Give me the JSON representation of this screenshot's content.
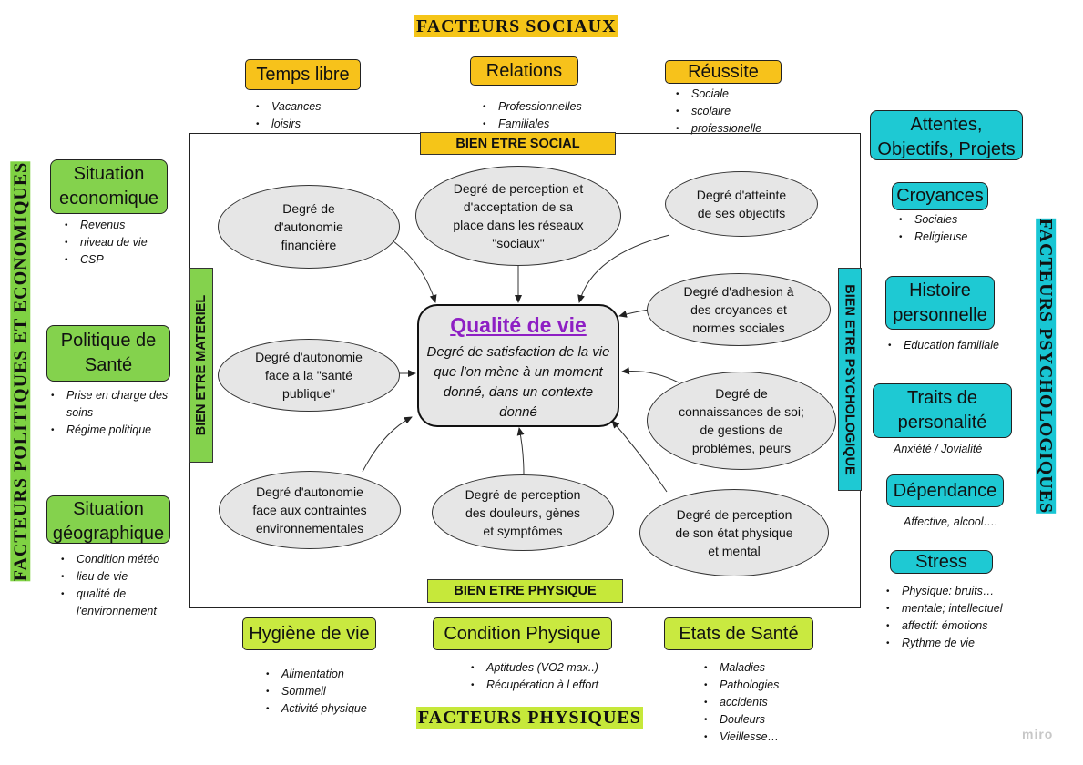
{
  "factors": {
    "social": "FACTEURS  SOCIAUX",
    "physical": "FACTEURS  PHYSIQUES",
    "political": "FACTEURS  POLITIQUES  ET  ECONOMIQUES",
    "psychological": "FACTEURS  PSYCHOLOGIQUES"
  },
  "social": {
    "temps_libre": {
      "label": "Temps libre",
      "items": [
        "Vacances",
        "loisirs"
      ]
    },
    "relations": {
      "label": "Relations",
      "items": [
        "Professionnelles",
        "Familiales"
      ]
    },
    "reussite": {
      "label": "Réussite",
      "items": [
        "Sociale",
        "scolaire",
        "professionelle"
      ]
    }
  },
  "political": {
    "eco": {
      "label_1": "Situation",
      "label_2": "economique",
      "items": [
        "Revenus",
        "niveau de vie",
        "CSP"
      ]
    },
    "sante": {
      "label_1": "Politique de",
      "label_2": "Santé",
      "items": [
        "Prise en charge des",
        "soins",
        "Régime politique"
      ]
    },
    "geo": {
      "label_1": "Situation",
      "label_2": "géographique",
      "items": [
        "Condition météo",
        "lieu de vie",
        "qualité de",
        "l'environnement"
      ]
    }
  },
  "psycho": {
    "attentes": {
      "label_1": "Attentes,",
      "label_2": "Objectifs, Projets"
    },
    "croyances": {
      "label": "Croyances",
      "items": [
        "Sociales",
        "Religieuse"
      ]
    },
    "histoire": {
      "label_1": "Histoire",
      "label_2": "personnelle",
      "items": [
        "Education familiale"
      ]
    },
    "traits": {
      "label_1": "Traits de",
      "label_2": "personalité",
      "note": "Anxiété / Jovialité"
    },
    "dependance": {
      "label": "Dépendance",
      "note": "Affective, alcool…."
    },
    "stress": {
      "label": "Stress",
      "items": [
        "Physique: bruits…",
        "mentale; intellectuel",
        "affectif: émotions",
        "Rythme de vie"
      ]
    }
  },
  "physical": {
    "hygiene": {
      "label": "Hygiène de vie",
      "items": [
        "Alimentation",
        "Sommeil",
        "Activité physique"
      ]
    },
    "condition": {
      "label": "Condition Physique",
      "items": [
        "Aptitudes (VO2 max..)",
        "Récupération à l effort"
      ]
    },
    "etats": {
      "label": "Etats  de Santé",
      "items": [
        "Maladies",
        "Pathologies",
        "accidents",
        "Douleurs",
        "Vieillesse…"
      ]
    }
  },
  "bands": {
    "social": "BIEN ETRE SOCIAL",
    "physique": "BIEN ETRE PHYSIQUE",
    "materiel": "BIEN ETRE MATERIEL",
    "psycho": "BIEN ETRE PSYCHOLOGIQUE"
  },
  "center": {
    "title": "Qualité de vie",
    "subtitle": "Degré de satisfaction de la vie que l'on mène à un moment donné, dans un contexte donné"
  },
  "ellipses": {
    "autonomie_fin": [
      "Degré de",
      "d'autonomie",
      "financière"
    ],
    "perception_place": [
      "Degré de perception et",
      "d'acceptation de sa",
      "place dans les réseaux",
      "\"sociaux\""
    ],
    "atteinte": [
      "Degré d'atteinte",
      "de ses objectifs"
    ],
    "adhesion": [
      "Degré d'adhesion à",
      "des croyances et",
      "normes sociales"
    ],
    "sante_pub": [
      "Degré d'autonomie",
      "face a la \"santé",
      "publique\""
    ],
    "connaissances": [
      "Degré de",
      "connaissances de soi;",
      "de gestions de",
      "problèmes, peurs"
    ],
    "contraintes": [
      "Degré d'autonomie",
      "face aux contraintes",
      "environnementales"
    ],
    "douleurs": [
      "Degré de perception",
      "des douleurs, gènes",
      "et symptômes"
    ],
    "etat_phys": [
      "Degré de perception",
      "de son état physique",
      "et mental"
    ]
  },
  "watermark": "miro",
  "colors": {
    "orange": "#f7c21b",
    "green": "#84d24d",
    "cyan": "#1ec9d3",
    "lime": "#c9e940",
    "ellipse": "#e6e6e6",
    "title_purple": "#8e1fc4"
  }
}
